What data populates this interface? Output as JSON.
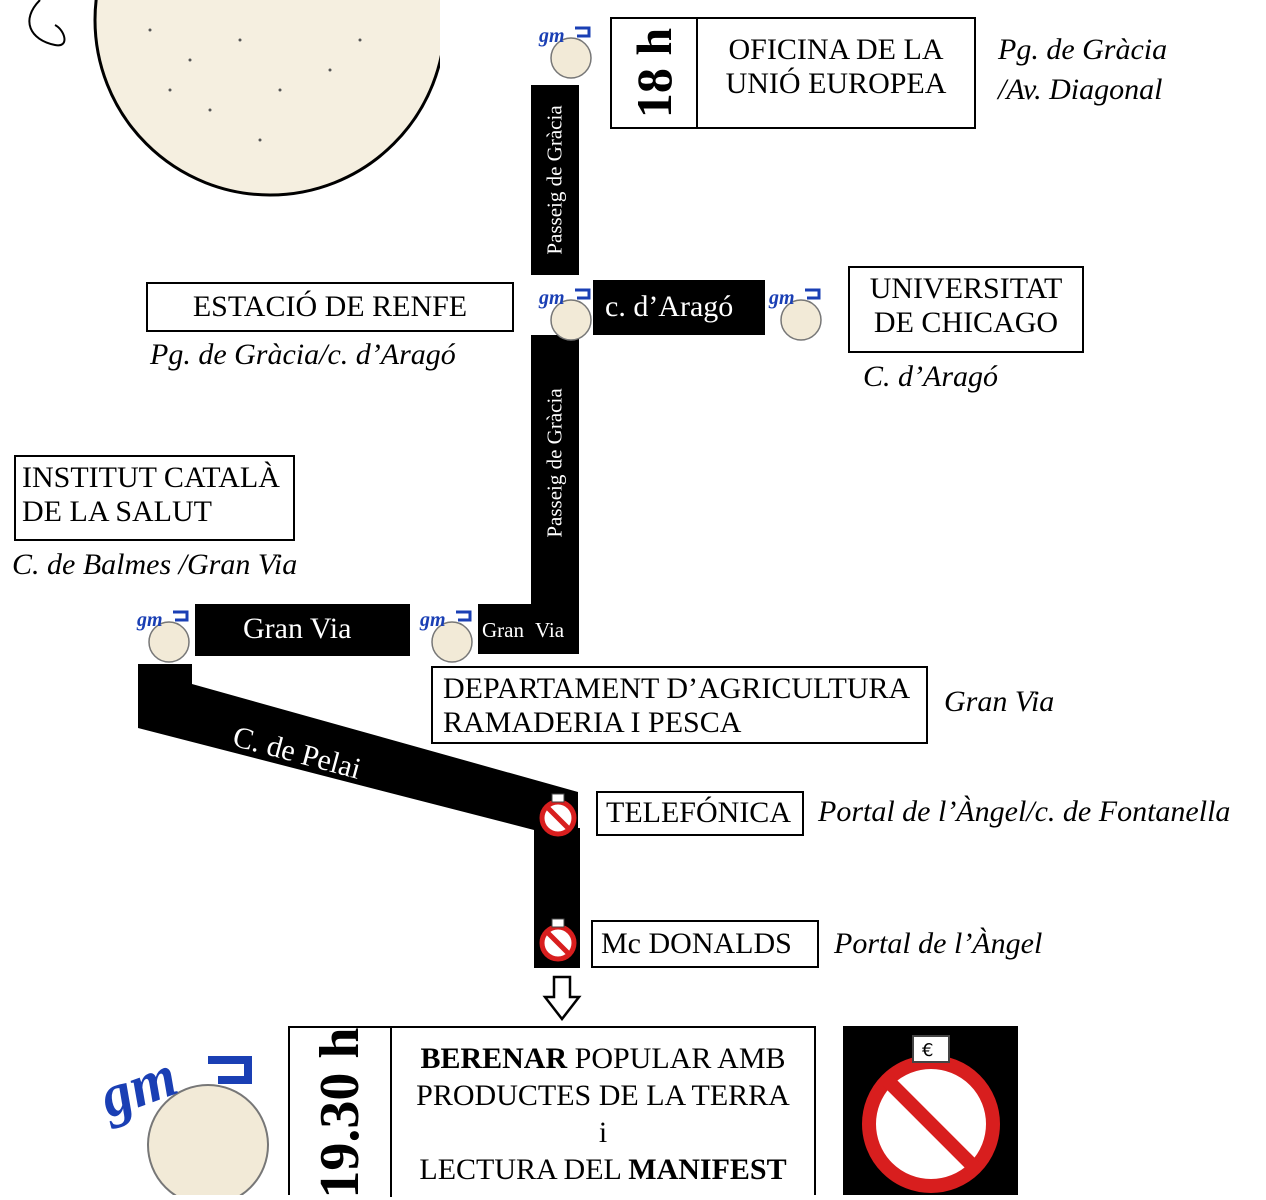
{
  "start_time": "18 h",
  "end_time": "19.30 h",
  "streets": {
    "passeig_upper": "Passeig de Gràcia",
    "passeig_lower": "Passeig de Gràcia",
    "arago": "c. d’Aragó",
    "gran_via_left": "Gran Via",
    "gran_via_part1": "Gran",
    "gran_via_part2": "Via",
    "pelai": "C. de Pelai"
  },
  "stops": [
    {
      "name_line1": "OFICINA DE LA",
      "name_line2": "UNIÓ EUROPEA",
      "location_line1": "Pg. de Gràcia",
      "location_line2": "/Av. Diagonal"
    },
    {
      "name": "ESTACIÓ DE RENFE",
      "location": "Pg. de Gràcia/c. d’Aragó"
    },
    {
      "name_line1": "UNIVERSITAT",
      "name_line2": "DE CHICAGO",
      "location": "C. d’Aragó"
    },
    {
      "name_line1": "INSTITUT CATALÀ",
      "name_line2": "DE LA SALUT",
      "location": "C. de Balmes /Gran Via"
    },
    {
      "name_line1": "DEPARTAMENT D’AGRICULTURA",
      "name_line2": "RAMADERIA I PESCA",
      "location": "Gran Via"
    },
    {
      "name": "TELEFÓNICA",
      "location": "Portal de l’Àngel/c. de Fontanella"
    },
    {
      "name": "Mc DONALDS",
      "location": "Portal de l’Àngel"
    }
  ],
  "final": {
    "bold1": "BERENAR",
    "text1": " POPULAR AMB",
    "line2": "PRODUCTES DE LA TERRA",
    "line3": "i",
    "text4": "LECTURA DEL ",
    "bold4": "MANIFEST"
  },
  "globe_logo_text": "gm",
  "colors": {
    "ink": "#000000",
    "globe": "#f2ead7",
    "logo_blue": "#1a3fb4",
    "ban_red": "#d81e1e"
  }
}
